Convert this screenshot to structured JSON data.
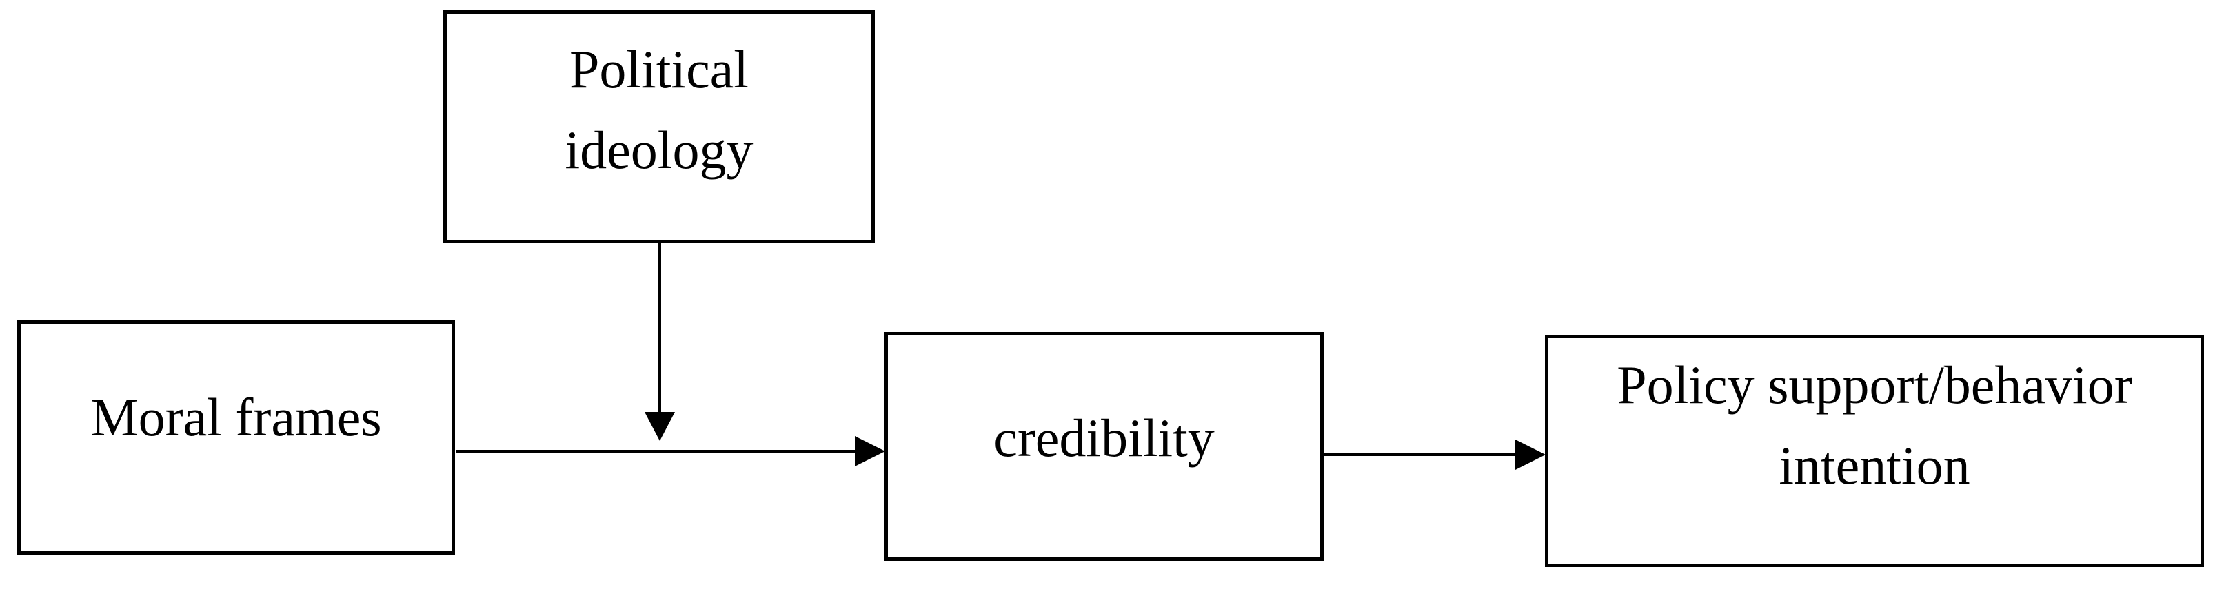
{
  "figure": {
    "background_color": "#ffffff",
    "line_color": "#000000",
    "nodes": {
      "political_ideology": {
        "label": "Political\nideology"
      },
      "moral_frames": {
        "label": "Moral frames"
      },
      "credibility": {
        "label": "credibility"
      },
      "policy_support": {
        "label": "Policy support/behavior\nintention"
      }
    },
    "edges": [
      {
        "from": "moral_frames",
        "to": "credibility",
        "type": "direct-arrow"
      },
      {
        "from": "political_ideology",
        "to": "path:moral_frames-credibility",
        "type": "moderation-arrow"
      },
      {
        "from": "credibility",
        "to": "policy_support",
        "type": "direct-arrow"
      }
    ]
  }
}
